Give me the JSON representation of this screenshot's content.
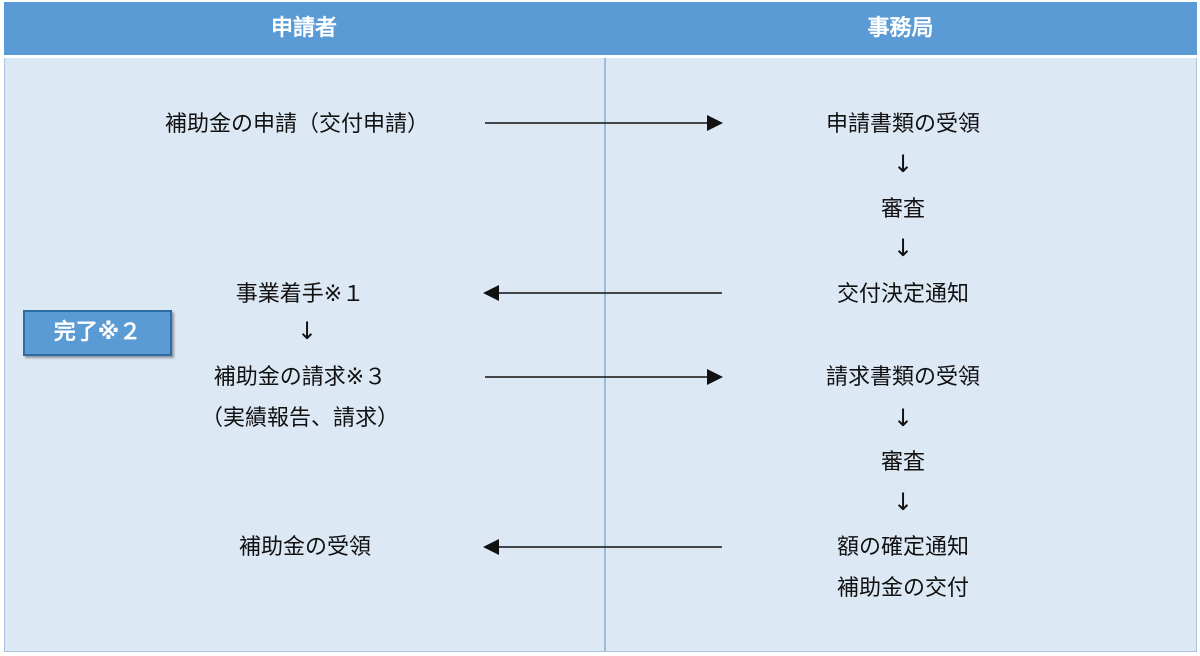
{
  "header": {
    "applicant": "申請者",
    "office": "事務局"
  },
  "applicant": {
    "application": "補助金の申請（交付申請）",
    "start": "事業着手※１",
    "down_arrow": "↓",
    "claim": "補助金の請求※３",
    "claim_sub": "（実績報告、請求）",
    "receipt": "補助金の受領"
  },
  "office": {
    "receive_docs": "申請書類の受領",
    "down_arrow": "↓",
    "review": "審査",
    "decision": "交付決定通知",
    "receive_claim": "請求書類の受領",
    "confirm": "額の確定通知",
    "grant": "補助金の交付"
  },
  "badge": {
    "label": "完了※２"
  },
  "colors": {
    "header": "#5b9bd5",
    "panel": "#dde8f5",
    "divider": "#9dbbe0"
  }
}
